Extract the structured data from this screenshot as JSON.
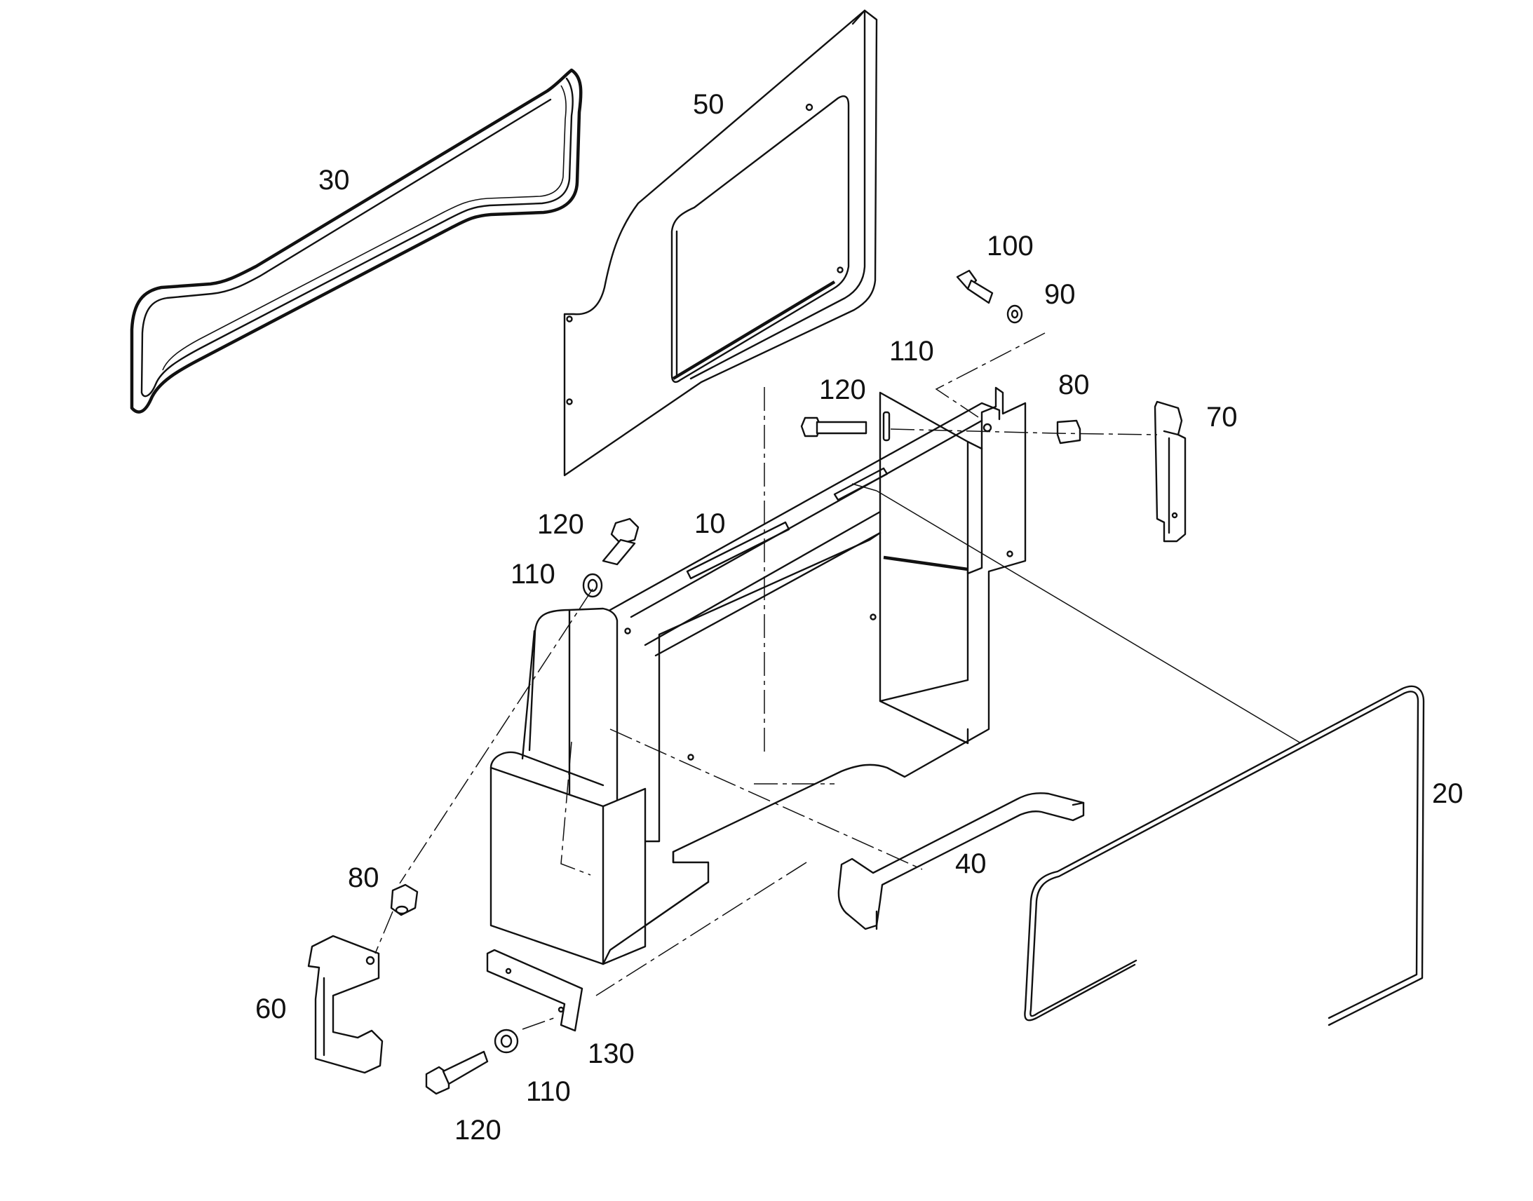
{
  "diagram": {
    "type": "exploded-parts-view",
    "callouts": {
      "c10": "10",
      "c20": "20",
      "c30": "30",
      "c40": "40",
      "c50": "50",
      "c60": "60",
      "c70": "70",
      "c80a": "80",
      "c80b": "80",
      "c90": "90",
      "c100": "100",
      "c110a": "110",
      "c110b": "110",
      "c110c": "110",
      "c120a": "120",
      "c120b": "120",
      "c120c": "120",
      "c130": "130"
    }
  }
}
